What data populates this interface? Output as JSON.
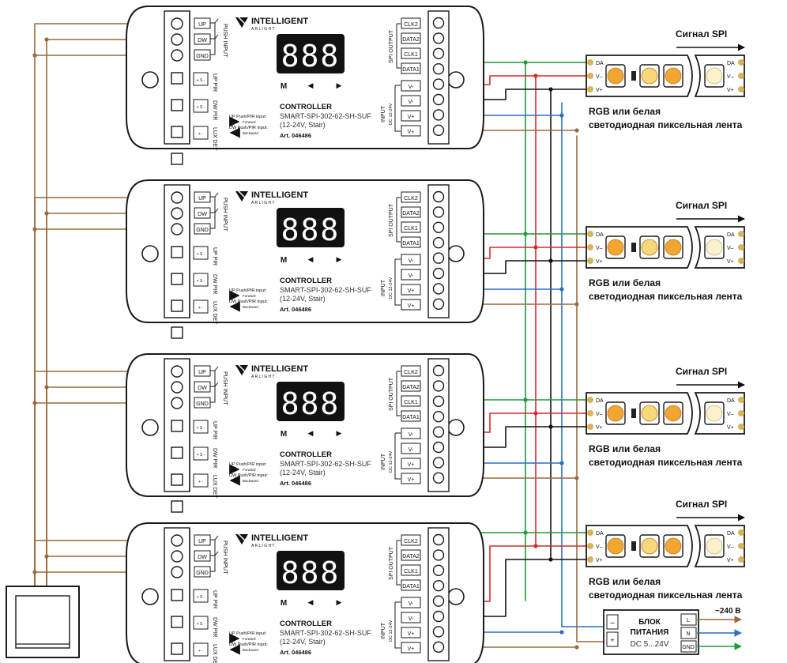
{
  "controllers": [
    {
      "brand": "INTELLIGENT",
      "brand_sub": "A R L I G H T",
      "display": "888",
      "buttons": [
        "M",
        "◀",
        "▶"
      ],
      "title": "CONTROLLER",
      "model": "SMART-SPI-302-62-SH-SUF",
      "voltage": "(12-24V, Stair)",
      "article": "Art. 046486",
      "push_terminals": [
        "UP",
        "DW",
        "GND"
      ],
      "push_label": "PUSH INPUT",
      "sensor_labels": [
        "UP PIR",
        "DW PIR",
        "LUX DET"
      ],
      "sensor_pins": [
        "+ S -",
        "+ S -",
        "+ -"
      ],
      "legend": [
        "UP Push/PIR input:",
        "Forward",
        "DW Push/PIR input:",
        "Backward"
      ],
      "spi_output_label": "SPI OUTPUT",
      "spi_terminals": [
        "CLK2",
        "DATA2",
        "CLK1",
        "DATA1"
      ],
      "input_label": "INPUT",
      "input_voltage": "DC 12-24V",
      "input_terminals": [
        "V-",
        "V-",
        "V+",
        "V+"
      ]
    }
  ],
  "strip": {
    "signal_label": "Сигнал SPI",
    "pins_left": [
      "DA",
      "V–",
      "V+"
    ],
    "pins_right": [
      "DA",
      "V–",
      "V+"
    ],
    "caption_line1": "RGB или белая",
    "caption_line2": "светодиодная пиксельная лента"
  },
  "psu": {
    "title_line1": "БЛОК",
    "title_line2": "ПИТАНИЯ",
    "range": "DC 5...24V",
    "out_terms": [
      "–",
      "+"
    ],
    "in_terms": [
      "L",
      "N",
      "GND"
    ],
    "mains": "~240 В"
  },
  "colors": {
    "outline": "#1a1a1a",
    "brown": "#9b6a3c",
    "green": "#1e9a3a",
    "red": "#d62828",
    "blue": "#2a6fc0",
    "black": "#111111",
    "led_orange": "#f2a531",
    "led_yellow": "#f6d77a",
    "led_white": "#fbf1cc",
    "pin_gold": "#d9b25a"
  }
}
